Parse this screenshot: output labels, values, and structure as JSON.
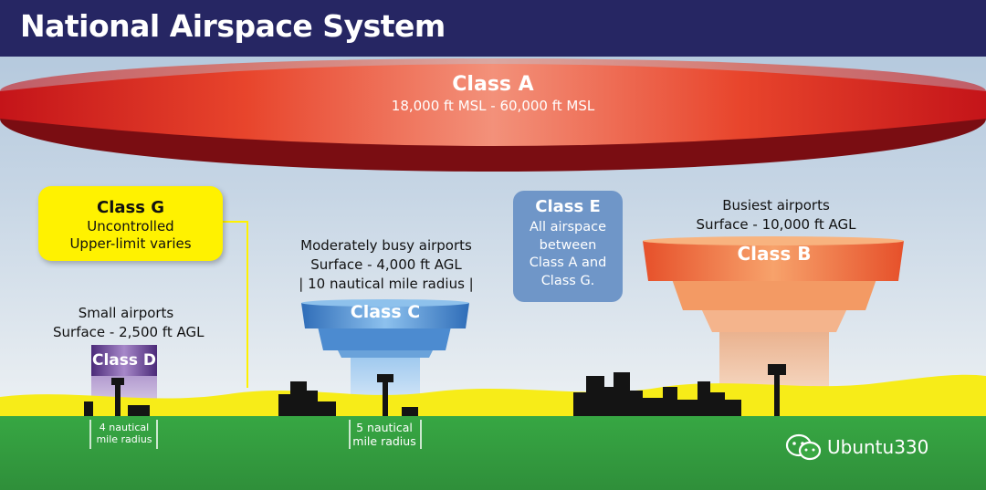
{
  "title": "National Airspace System",
  "class_a": {
    "name": "Class A",
    "range": "18,000 ft MSL - 60,000 ft MSL"
  },
  "class_g": {
    "name": "Class G",
    "line1": "Uncontrolled",
    "line2": "Upper-limit varies"
  },
  "class_e": {
    "name": "Class E",
    "lines": [
      "All airspace",
      "between",
      "Class A and",
      "Class G."
    ]
  },
  "class_d": {
    "name": "Class D",
    "desc": [
      "Small airports",
      "Surface - 2,500 ft AGL"
    ],
    "radius": [
      "4 nautical",
      "mile radius"
    ]
  },
  "class_c": {
    "name": "Class C",
    "desc": [
      "Moderately busy airports",
      "Surface - 4,000 ft AGL",
      "| 10 nautical mile radius |"
    ],
    "radius": [
      "5 nautical",
      "mile radius"
    ]
  },
  "class_b": {
    "name": "Class B",
    "desc": [
      "Busiest airports",
      "Surface - 10,000 ft AGL"
    ]
  },
  "watermark": "Ubuntu330",
  "colors": {
    "header": "#262663",
    "class_a": "#e8262d",
    "class_b": "#f36b21",
    "class_c": "#3d7cc9",
    "class_d": "#6a3f98",
    "class_e": "#6f96c8",
    "class_g": "#fff200",
    "ground": "#3aa843"
  }
}
